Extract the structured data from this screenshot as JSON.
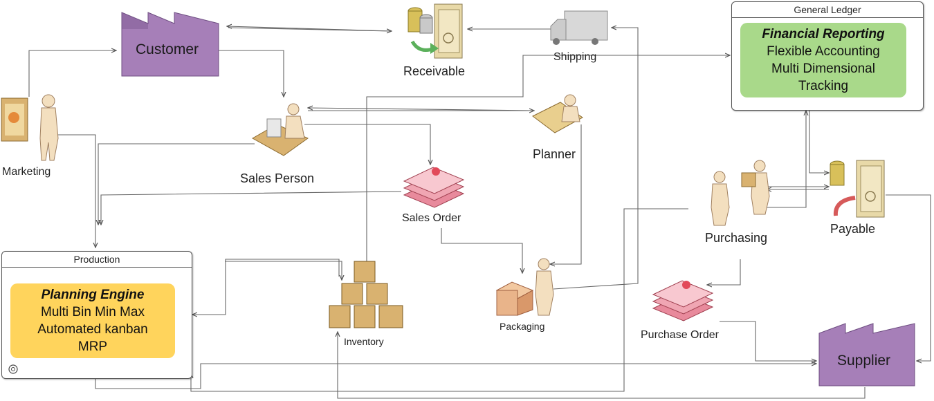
{
  "nodes": {
    "customer": "Customer",
    "receivable": "Receivable",
    "shipping": "Shipping",
    "marketing": "Marketing",
    "sales_person": "Sales Person",
    "planner": "Planner",
    "sales_order": "Sales Order",
    "purchasing": "Purchasing",
    "payable": "Payable",
    "packaging": "Packaging",
    "inventory": "Inventory",
    "purchase_order": "Purchase Order",
    "supplier": "Supplier"
  },
  "general_ledger": {
    "header": "General Ledger",
    "title": "Financial Reporting",
    "lines": [
      "Flexible Accounting",
      "Multi Dimensional",
      "Tracking"
    ],
    "color": "#a9d98a"
  },
  "production": {
    "header": "Production",
    "title": "Planning Engine",
    "lines": [
      "Multi Bin Min Max",
      "Automated kanban",
      "MRP"
    ],
    "color": "#ffd45c"
  },
  "colors": {
    "factory": "#a67fb8",
    "connector": "#555555",
    "document": "#f0a6b3",
    "box": "#d9b270"
  }
}
